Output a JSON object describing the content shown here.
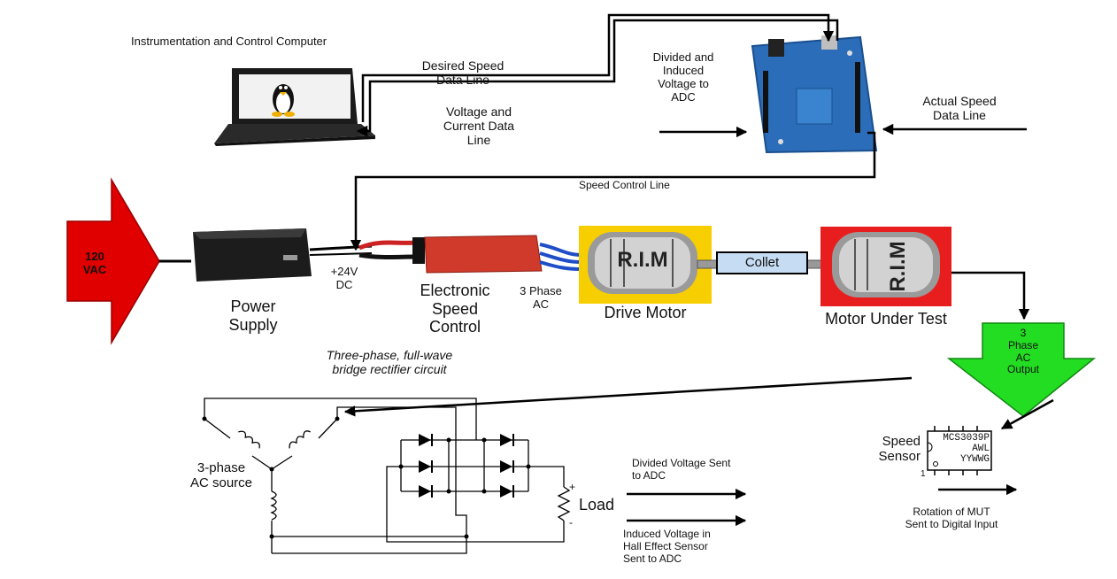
{
  "labels": {
    "computer": "Instrumentation and Control Computer",
    "desired_speed_l1": "Desired Speed",
    "desired_speed_l2": "Data Line",
    "voltage_current_l1": "Voltage and",
    "voltage_current_l2": "Current Data",
    "voltage_current_l3": "Line",
    "divided_induced_l1": "Divided and",
    "divided_induced_l2": "Induced",
    "divided_induced_l3": "Voltage to",
    "divided_induced_l4": "ADC",
    "actual_speed_l1": "Actual Speed",
    "actual_speed_l2": "Data Line",
    "speed_control_line": "Speed Control Line",
    "vac_l1": "120",
    "vac_l2": "VAC",
    "power_supply_l1": "Power",
    "power_supply_l2": "Supply",
    "dc24_l1": "+24V",
    "dc24_l2": "DC",
    "esc_l1": "Electronic",
    "esc_l2": "Speed",
    "esc_l3": "Control",
    "three_phase_l1": "3 Phase",
    "three_phase_l2": "AC",
    "drive_motor": "Drive Motor",
    "collet": "Collet",
    "motor_under_test": "Motor Under Test",
    "ac_output_l1": "3",
    "ac_output_l2": "Phase",
    "ac_output_l3": "AC",
    "ac_output_l4": "Output",
    "rectifier_l1": "Three-phase, full-wave",
    "rectifier_l2": "bridge rectifier circuit",
    "ac_source_l1": "3-phase",
    "ac_source_l2": "AC source",
    "load": "Load",
    "load_plus": "+",
    "load_minus": "-",
    "divided_voltage_l1": "Divided Voltage Sent",
    "divided_voltage_l2": "to ADC",
    "induced_hall_l1": "Induced Voltage in",
    "induced_hall_l2": "Hall Effect Sensor",
    "induced_hall_l3": "Sent to ADC",
    "speed_sensor_l1": "Speed",
    "speed_sensor_l2": "Sensor",
    "chip_l1": "MCS3039P",
    "chip_l2": "AWL",
    "chip_l3": "YYWWG",
    "chip_pin": "1",
    "rotation_l1": "Rotation of MUT",
    "rotation_l2": "Sent to Digital Input",
    "rim_text": "R.I.M"
  },
  "colors": {
    "vac_arrow": "#e00000",
    "ac_output_arrow": "#22dd22",
    "drive_motor_bg": "#f7cf00",
    "mut_bg": "#e81e1e",
    "collet_fill": "#c5dcf2",
    "esc_body": "#cf3a2a",
    "arduino_board": "#2b6db8",
    "lines": "#000000"
  },
  "icons": {
    "laptop": "laptop-icon",
    "tux": "linux-penguin-icon",
    "arduino": "arduino-board-icon",
    "power_supply": "power-supply-icon",
    "esc": "esc-module-icon",
    "drive_motor": "brushless-motor-icon",
    "mut": "brushless-motor-icon",
    "chip": "hall-sensor-chip-icon"
  }
}
